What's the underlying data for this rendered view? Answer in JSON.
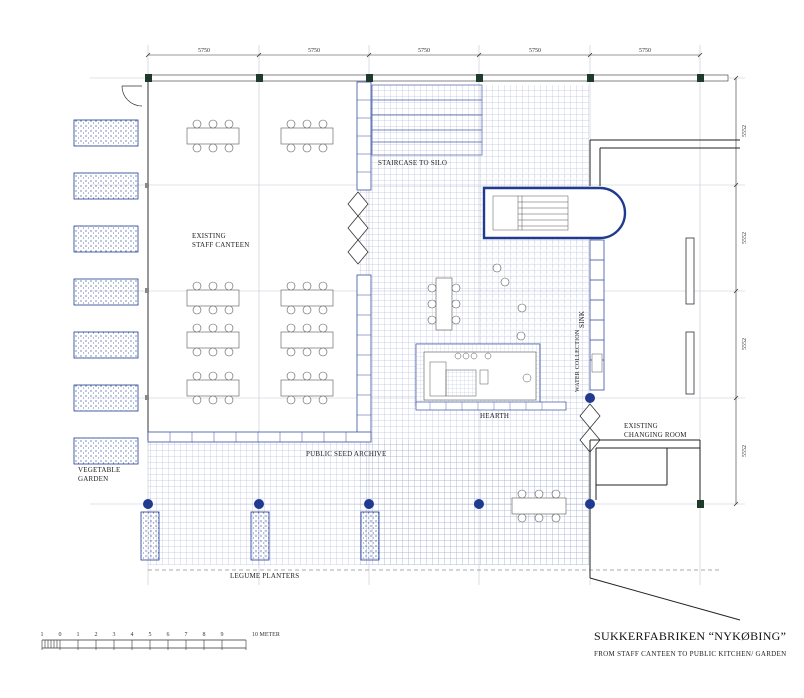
{
  "dimensions": {
    "columns": [
      "5750",
      "5750",
      "5750",
      "5750",
      "5750"
    ],
    "rows": [
      "5552",
      "5552",
      "5552",
      "5552"
    ]
  },
  "labels": {
    "staircase": "STAIRCASE TO SILO",
    "canteen_line1": "EXISTING",
    "canteen_line2": "STAFF CANTEEN",
    "sink": "SINK",
    "water_collection": "WATER COLLECTION",
    "hearth": "HEARTH",
    "changing_line1": "EXISTING",
    "changing_line2": "CHANGING ROOM",
    "seed_archive": "PUBLIC SEED ARCHIVE",
    "garden_line1": "VEGETABLE",
    "garden_line2": "GARDEN",
    "legume": "LEGUME PLANTERS"
  },
  "scale": {
    "ticks": [
      "1",
      "0",
      "1",
      "2",
      "3",
      "4",
      "5",
      "6",
      "7",
      "8",
      "9"
    ],
    "end_label": "10 METER"
  },
  "title": {
    "main": "SUKKERFABRIKEN “NYKØBING”",
    "sub": "FROM STAFF CANTEEN TO PUBLIC  KITCHEN/ GARDEN"
  },
  "colors": {
    "accent": "#1f3a8f",
    "grid": "#8c9ac8",
    "line": "#222222",
    "gridline": "#bfc3cf"
  }
}
